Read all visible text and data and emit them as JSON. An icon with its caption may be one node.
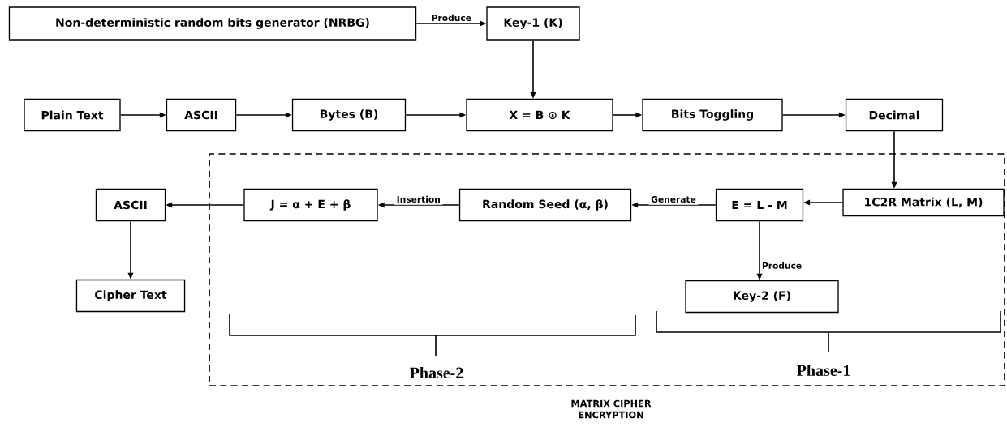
{
  "diagram": {
    "nodes": [
      {
        "text": [
          "Non-deterministic random bits generator (NRBG)"
        ]
      },
      {
        "text": [
          "Key-1 (K)"
        ]
      },
      {
        "text": [
          "Plain Text"
        ]
      },
      {
        "text": [
          "ASCII"
        ]
      },
      {
        "text": [
          "Bytes (B)"
        ]
      },
      {
        "text": [
          "X = B ⊙ K"
        ]
      },
      {
        "text": [
          "Bits Toggling"
        ]
      },
      {
        "text": [
          "Decimal"
        ]
      },
      {
        "text": [
          "MATRIX CIPHER ENCRYPTION"
        ]
      },
      {
        "text": [
          "ASCII"
        ]
      },
      {
        "text": [
          "J = α + E + β"
        ],
        "in": 8
      },
      {
        "text": [
          "Random Seed (α, β)"
        ],
        "in": 8
      },
      {
        "text": [
          "E = L - M"
        ],
        "in": 8
      },
      {
        "text": [
          "1C2R Matrix (L, M)"
        ],
        "in": 8
      },
      {
        "text": [
          "Cipher Text"
        ]
      },
      {
        "text": [
          "Key-2 (F)"
        ],
        "in": 8
      }
    ],
    "edges": [
      {
        "from": 0,
        "to": 1,
        "arrow": "to",
        "label": "Produce"
      },
      {
        "from": 1,
        "to": 5,
        "arrow": "to"
      },
      {
        "from": 2,
        "to": 3,
        "arrow": "to"
      },
      {
        "from": 3,
        "to": 4,
        "arrow": "to"
      },
      {
        "from": 4,
        "to": 5,
        "arrow": "to"
      },
      {
        "from": 5,
        "to": 6,
        "arrow": "to"
      },
      {
        "from": 6,
        "to": 7,
        "arrow": "to"
      },
      {
        "from": 7,
        "to": 13,
        "arrow": "to"
      },
      {
        "from": 13,
        "to": 12,
        "arrow": "to"
      },
      {
        "from": 12,
        "to": 11,
        "arrow": "to",
        "label": "Generate"
      },
      {
        "from": 11,
        "to": 10,
        "arrow": "to",
        "label": "Insertion"
      },
      {
        "from": 10,
        "to": 9,
        "arrow": "to"
      },
      {
        "from": 9,
        "to": 14,
        "arrow": "to"
      },
      {
        "from": 12,
        "to": 15,
        "arrow": "to",
        "label": "Produce"
      }
    ],
    "labels": [
      "Phase-2",
      "Phase-1"
    ]
  }
}
